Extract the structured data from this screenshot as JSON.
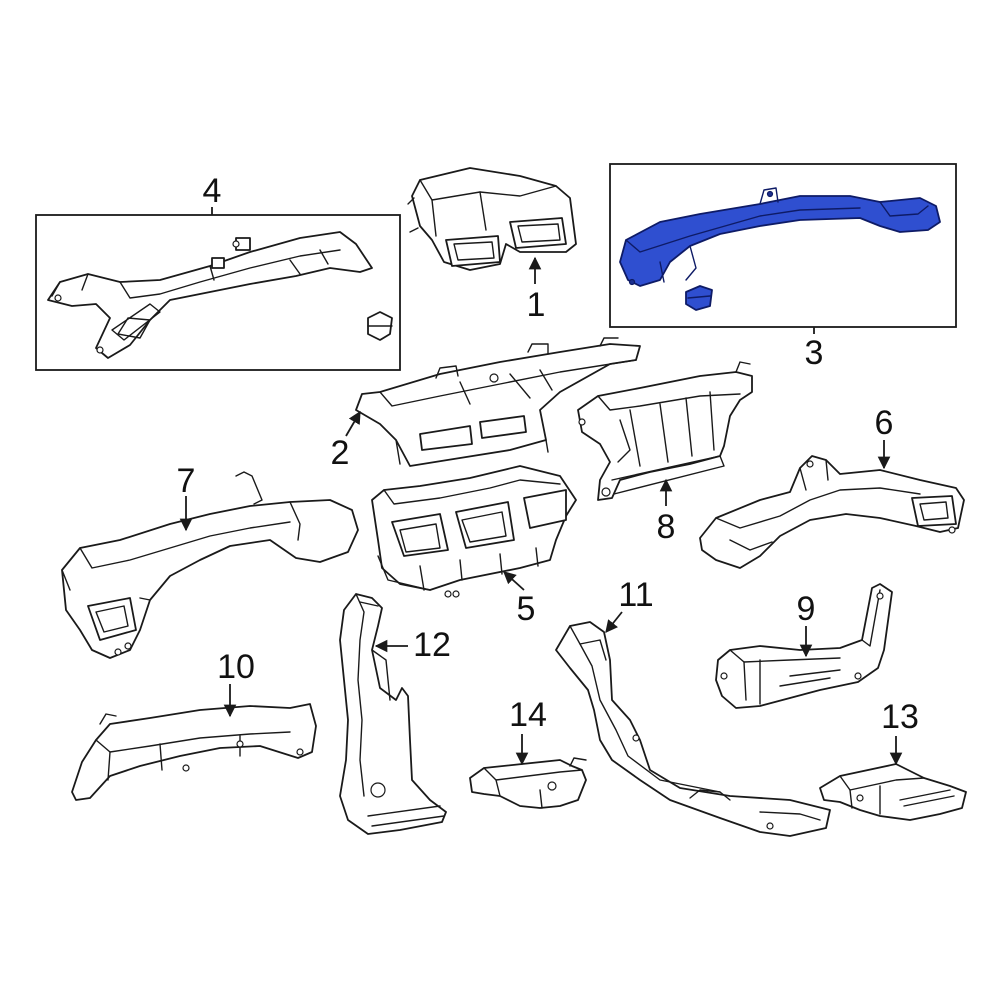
{
  "highlight_color": "#2f4fd0",
  "callouts": {
    "c1": "1",
    "c2": "2",
    "c3": "3",
    "c4": "4",
    "c5": "5",
    "c6": "6",
    "c7": "7",
    "c8": "8",
    "c9": "9",
    "c10": "10",
    "c11": "11",
    "c12": "12",
    "c13": "13",
    "c14": "14"
  },
  "highlighted_part": "3"
}
